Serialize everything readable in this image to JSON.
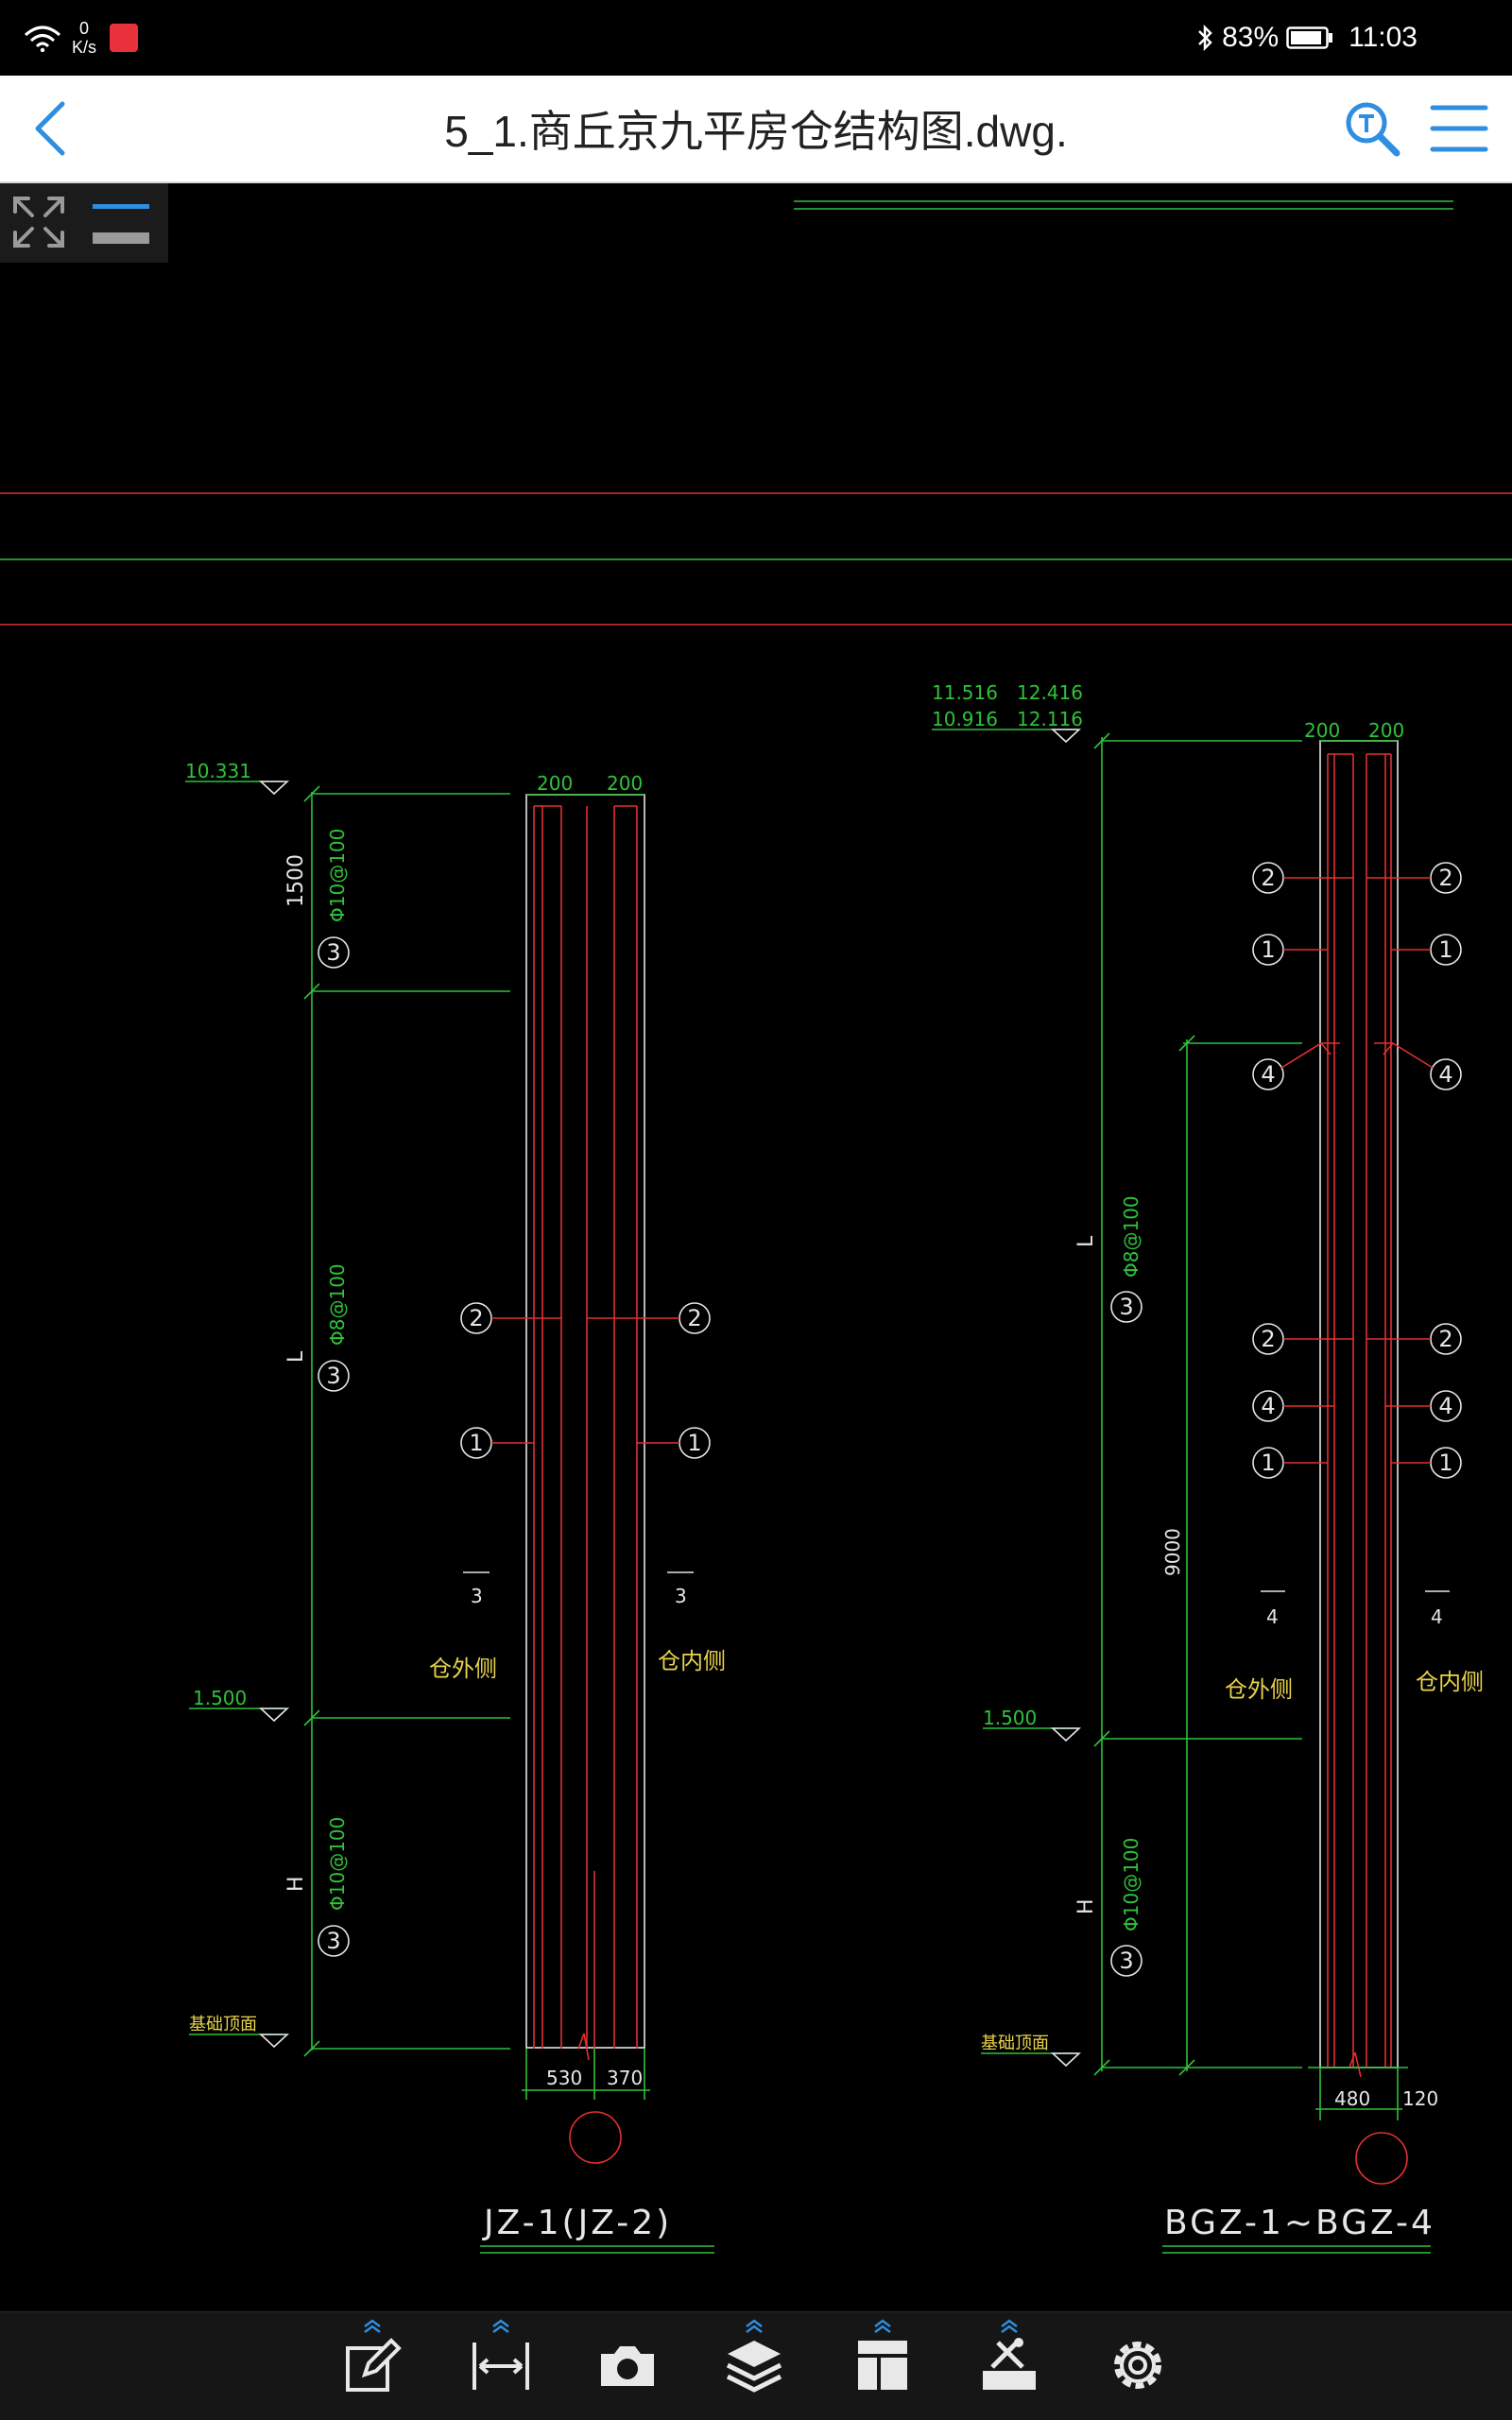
{
  "status_bar": {
    "net_speed_value": "0",
    "net_speed_unit": "K/s",
    "battery": "83%",
    "time": "11:03"
  },
  "title_bar": {
    "title": "5_1.商丘京九平房仓结构图.dwg."
  },
  "drawing": {
    "left": {
      "elev_top": "10.331",
      "elev_mid": "1.500",
      "elev_bottom_label": "基础顶面",
      "dim_top": "1500",
      "dim_mid": "L",
      "dim_bottom": "H",
      "width_top_a": "200",
      "width_top_b": "200",
      "width_bottom_a": "530",
      "width_bottom_b": "370",
      "stirrup_top": "Φ10@100",
      "stirrup_mid": "Φ8@100",
      "stirrup_bottom": "Φ10@100",
      "callout_3": "3",
      "callout_2": "2",
      "callout_1": "1",
      "section_ref": "3",
      "outside_label": "仓外侧",
      "inside_label": "仓内侧",
      "name": "JZ-1(JZ-2)"
    },
    "right": {
      "elev_top_a1": "11.516",
      "elev_top_a2": "12.416",
      "elev_top_b1": "10.916",
      "elev_top_b2": "12.116",
      "elev_mid": "1.500",
      "elev_bottom_label": "基础顶面",
      "dim_mid": "L",
      "dim_bottom": "H",
      "dim_9000": "9000",
      "width_top_a": "200",
      "width_top_b": "200",
      "width_bottom_a": "480",
      "width_bottom_b": "120",
      "stirrup_mid": "Φ8@100",
      "stirrup_bottom": "Φ10@100",
      "callout_1": "1",
      "callout_2": "2",
      "callout_3": "3",
      "callout_4": "4",
      "section_ref": "4",
      "outside_label": "仓外侧",
      "inside_label": "仓内侧",
      "name": "BGZ-1~BGZ-4"
    }
  },
  "toolbar": {
    "items": [
      "edit-icon",
      "measure-icon",
      "camera-icon",
      "layers-icon",
      "layout-icon",
      "tools-icon",
      "settings-icon"
    ]
  },
  "colors": {
    "cad_green": "#2fc23a",
    "cad_red": "#e33030",
    "cad_yellow": "#e9d44a",
    "accent_blue": "#2f8ee0"
  }
}
